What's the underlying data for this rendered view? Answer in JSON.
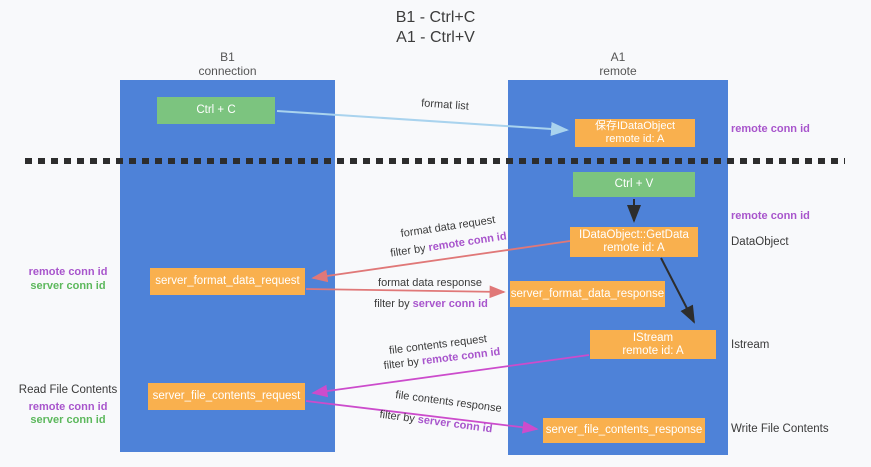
{
  "title": {
    "line1": "B1 - Ctrl+C",
    "line2": "A1 - Ctrl+V"
  },
  "lanes": {
    "left": {
      "title": "B1",
      "subtitle": "connection"
    },
    "right": {
      "title": "A1",
      "subtitle": "remote"
    }
  },
  "boxes": {
    "ctrl_c": {
      "label": "Ctrl + C"
    },
    "save_dataobject": {
      "line1": "保存IDataObject",
      "line2": "remote id: A"
    },
    "ctrl_v": {
      "label": "Ctrl + V"
    },
    "getdata": {
      "line1": "IDataObject::GetData",
      "line2": "remote id: A"
    },
    "server_format_data_request": {
      "label": "server_format_data_request"
    },
    "server_format_data_response": {
      "label": "server_format_data_response"
    },
    "istream": {
      "line1": "IStream",
      "line2": "remote id: A"
    },
    "server_file_contents_request": {
      "label": "server_file_contents_request"
    },
    "server_file_contents_response": {
      "label": "server_file_contents_response"
    }
  },
  "left_labels": {
    "format_remote": "remote conn id",
    "format_server": "server conn id",
    "read_file": "Read File Contents",
    "file_remote": "remote conn id",
    "file_server": "server conn id"
  },
  "right_labels": {
    "remote_conn_top": "remote conn id",
    "remote_conn_mid": "remote conn id",
    "dataobject": "DataObject",
    "istream": "Istream",
    "write_file": "Write File Contents"
  },
  "arrow_labels": {
    "format_list": "format list",
    "format_data_request": {
      "line1": "format data request",
      "prefix": "filter by ",
      "conn": "remote conn id"
    },
    "format_data_response": {
      "line1": "format data response",
      "prefix": "filter by ",
      "conn": "server conn id"
    },
    "file_contents_request": {
      "line1": "file contents request",
      "prefix": "filter by ",
      "conn": "remote conn id"
    },
    "file_contents_response": {
      "line1": "file contents response",
      "prefix": "filter by ",
      "conn": "server conn id"
    }
  },
  "colors": {
    "lane_blue": "#4e82d8",
    "box_orange": "#f9b04e",
    "box_green": "#7cc47f",
    "text_purple": "#a855cc",
    "text_green": "#5cb85c",
    "arrow_salmon": "#e07878",
    "arrow_magenta": "#cc4ccc",
    "arrow_lightblue": "#a9d3ee",
    "arrow_black": "#2d2d2d"
  }
}
